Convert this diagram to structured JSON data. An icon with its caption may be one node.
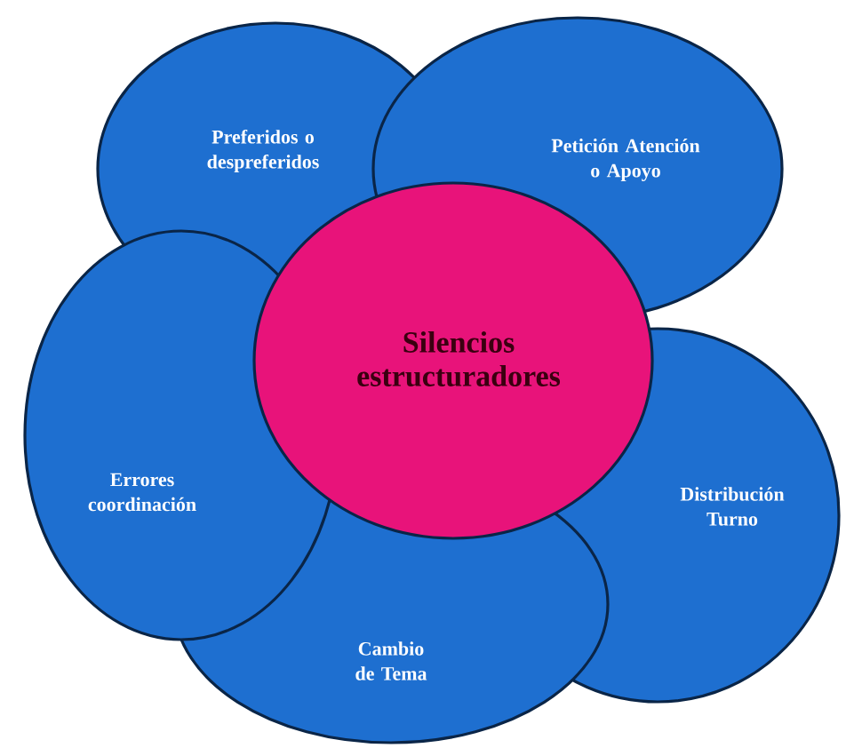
{
  "diagram": {
    "nodes": [
      {
        "text": [
          "Preferidos o despreferidos"
        ]
      },
      {
        "text": [
          "Petición Atención o Apoyo"
        ]
      },
      {
        "text": [
          "Silencios estructuradores"
        ]
      },
      {
        "text": [
          "Errores coordinación"
        ]
      },
      {
        "text": [
          "Distribución Turno"
        ]
      },
      {
        "text": [
          "Cambio de Tema"
        ]
      }
    ]
  }
}
